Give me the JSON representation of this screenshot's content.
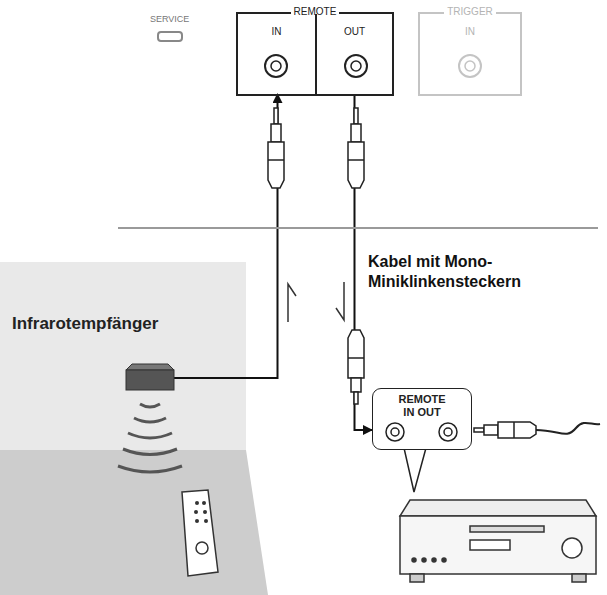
{
  "diagram": {
    "nodes": [
      {
        "text": [
          "REMOTE"
        ]
      },
      {
        "text": [
          "IN"
        ],
        "in": 0
      },
      {
        "text": [
          "OUT"
        ],
        "in": 0
      },
      {
        "text": [
          "TRIGGER",
          "IN"
        ]
      },
      {
        "text": [
          "Infrarotempfänger"
        ]
      },
      {
        "text": [
          "REMOTE",
          "IN OUT"
        ],
        "in": null
      }
    ],
    "edges": [
      {
        "from": 4,
        "to": 1,
        "arrow": "to"
      },
      {
        "from": 2,
        "to": 5,
        "arrow": "to"
      }
    ],
    "labels": [
      "SERVICE",
      "Kabel mit Mono-Miniklinkensteckern"
    ]
  }
}
